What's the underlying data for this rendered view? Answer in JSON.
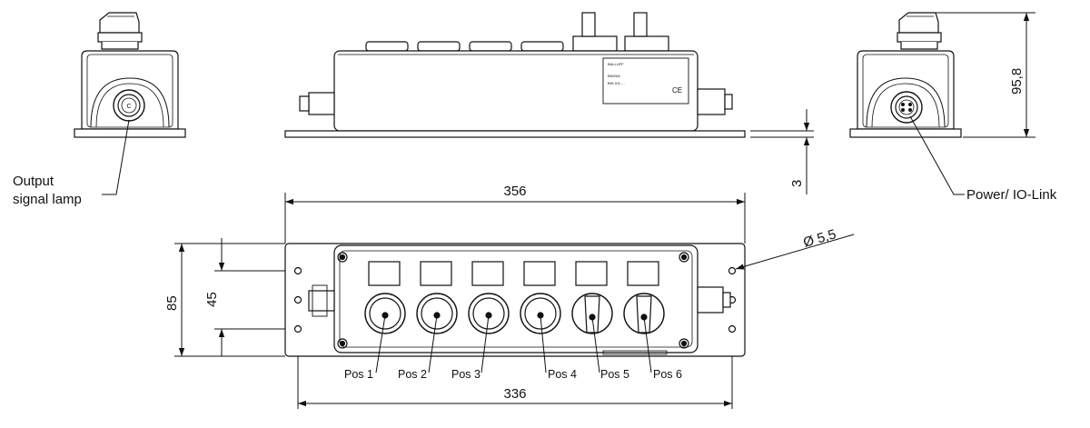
{
  "labels": {
    "output_lamp_line1": "Output",
    "output_lamp_line2": "signal lamp",
    "power_io_link": "Power/ IO-Link",
    "lamp_center_mark": "C"
  },
  "dimensions": {
    "overall_length": "356",
    "hole_spacing_length": "336",
    "overall_width": "85",
    "hole_spacing_width": "45",
    "height": "95,8",
    "plate_thickness": "3",
    "hole_diameter": "Ø 5,5"
  },
  "positions": [
    "Pos 1",
    "Pos 2",
    "Pos 3",
    "Pos 4",
    "Pos 5",
    "Pos 6"
  ],
  "label_plate": {
    "brand": "BALLUFF",
    "code": "BNI00A",
    "type": "BNI IOL-...",
    "badge": "CE"
  }
}
